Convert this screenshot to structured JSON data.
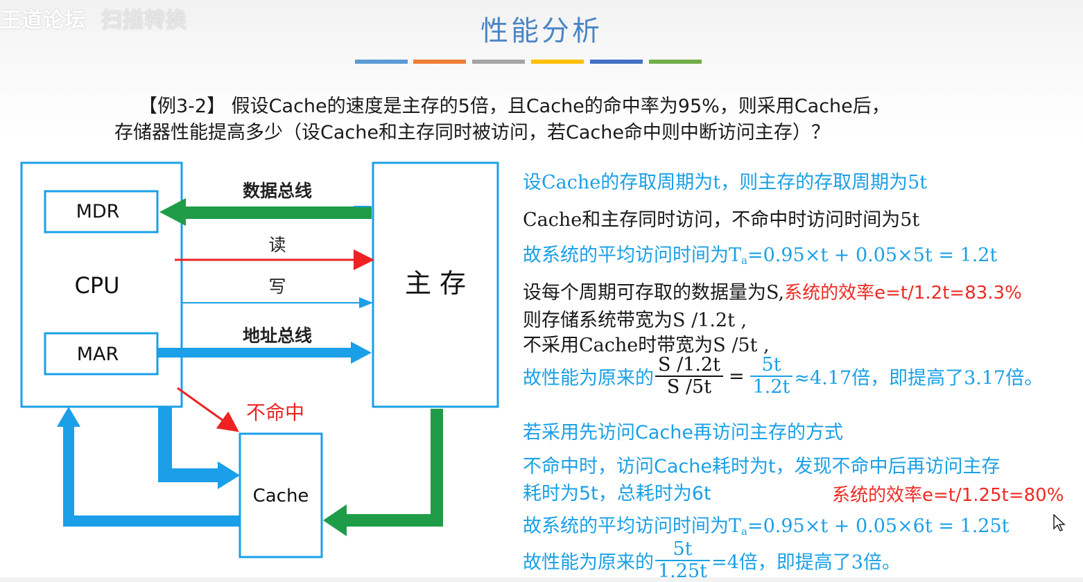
{
  "watermark": {
    "text": "王道论坛",
    "faded": "扫描转换"
  },
  "title": "性能分析",
  "strip_colors": [
    "#5b9bd5",
    "#ed7d31",
    "#a5a5a5",
    "#ffc000",
    "#4472c4",
    "#70ad47"
  ],
  "problem": {
    "line1": "【例3-2】 假设Cache的速度是主存的5倍，且Cache的命中率为95%，则采用Cache后，",
    "line2": "存储器性能提高多少（设Cache和主存同时被访问，若Cache命中则中断访问主存）？"
  },
  "diagram": {
    "cpu_label": "CPU",
    "mdr_label": "MDR",
    "mar_label": "MAR",
    "memory_label": "主  存",
    "cache_label": "Cache",
    "data_bus_label": "数据总线",
    "read_label": "读",
    "write_label": "写",
    "address_bus_label": "地址总线",
    "miss_label": "不命中",
    "colors": {
      "box": "#1a9fe8",
      "data_bus": "#1e9c48",
      "read": "#ee2222",
      "address": "#1a9fe8"
    }
  },
  "explanation": {
    "l1": "设Cache的存取周期为t，则主存的存取周期为5t",
    "l2": "Cache和主存同时访问，不命中时访问时间为5t",
    "l3_prefix": "故系统的平均访问时间为T",
    "l3_sub": "a",
    "l3_rest": "=0.95×t + 0.05×5t = 1.2t",
    "l4_black": "设每个周期可存取的数据量为S,",
    "l4_red": "系统的效率e=t/1.2t=83.3%",
    "l5": "则存储系统带宽为S /1.2t ,",
    "l6": "不采用Cache时带宽为S /5t ,",
    "l7_prefix": "故性能为原来的",
    "l7_frac1_num": "S /1.2t",
    "l7_frac1_den": "S /5t",
    "l7_eq": "=",
    "l7_frac2_num": "5t",
    "l7_frac2_den": "1.2t",
    "l7_suffix": "≈4.17倍，即提高了3.17倍。",
    "l8": "若采用先访问Cache再访问主存的方式",
    "l9": "不命中时，访问Cache耗时为t，发现不命中后再访问主存",
    "l10": "耗时为5t，总耗时为6t",
    "l10_red": "系统的效率e=t/1.25t=80%",
    "l11_prefix": "故系统的平均访问时间为T",
    "l11_sub": "a",
    "l11_rest": "=0.95×t + 0.05×6t = 1.25t",
    "l12_prefix": "故性能为原来的",
    "l12_frac_num": "5t",
    "l12_frac_den": "1.25t",
    "l12_suffix": "=4倍，即提高了3倍。"
  },
  "cursor_icon": "mouse-pointer-icon"
}
